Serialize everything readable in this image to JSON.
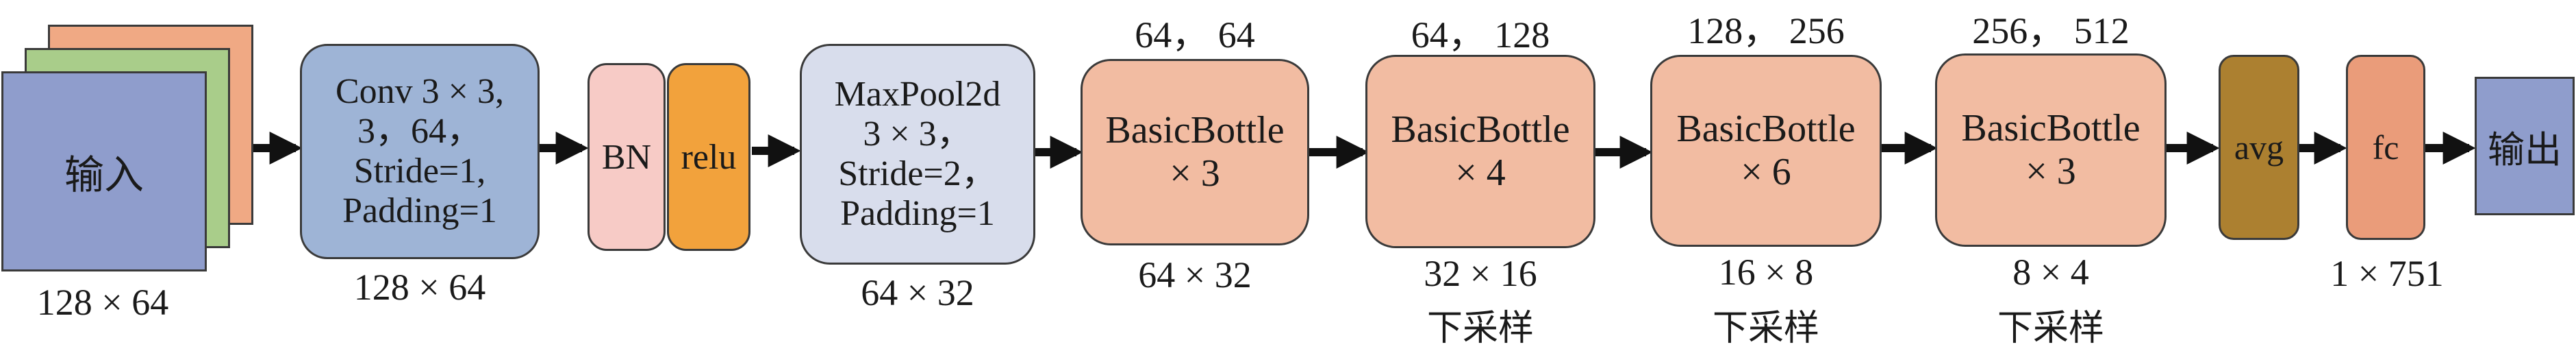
{
  "colors": {
    "input_back": "#f0a984",
    "input_mid": "#a9cd8a",
    "input_front": "#8f9dcc",
    "conv": "#9eb4d6",
    "bn": "#f7cbc6",
    "relu": "#f2a23c",
    "maxpool": "#d8ddec",
    "bottle": "#f2bca2",
    "avg": "#ac8030",
    "fc": "#ea9c7a",
    "output": "#8f9dcc",
    "arrow": "#111111"
  },
  "input": {
    "label": "输入",
    "size": "128 × 64"
  },
  "conv": {
    "text": "Conv 3 × 3,\n3，64，\nStride=1,\nPadding=1",
    "size": "128 × 64"
  },
  "bn": {
    "label": "BN"
  },
  "relu": {
    "label": "relu"
  },
  "maxpool": {
    "text": "MaxPool2d\n3 × 3，\nStride=2，\nPadding=1",
    "size": "64 × 32"
  },
  "bottles": [
    {
      "text": "BasicBottle\n× 3",
      "channels": "64， 64",
      "size": "64 × 32",
      "note": ""
    },
    {
      "text": "BasicBottle\n× 4",
      "channels": "64， 128",
      "size": "32 × 16",
      "note": "下采样"
    },
    {
      "text": "BasicBottle\n× 6",
      "channels": "128， 256",
      "size": "16 × 8",
      "note": "下采样"
    },
    {
      "text": "BasicBottle\n× 3",
      "channels": "256， 512",
      "size": "8 × 4",
      "note": "下采样"
    }
  ],
  "avg": {
    "label": "avg"
  },
  "fc": {
    "label": "fc",
    "size": "1 × 751"
  },
  "output": {
    "label": "输出"
  }
}
